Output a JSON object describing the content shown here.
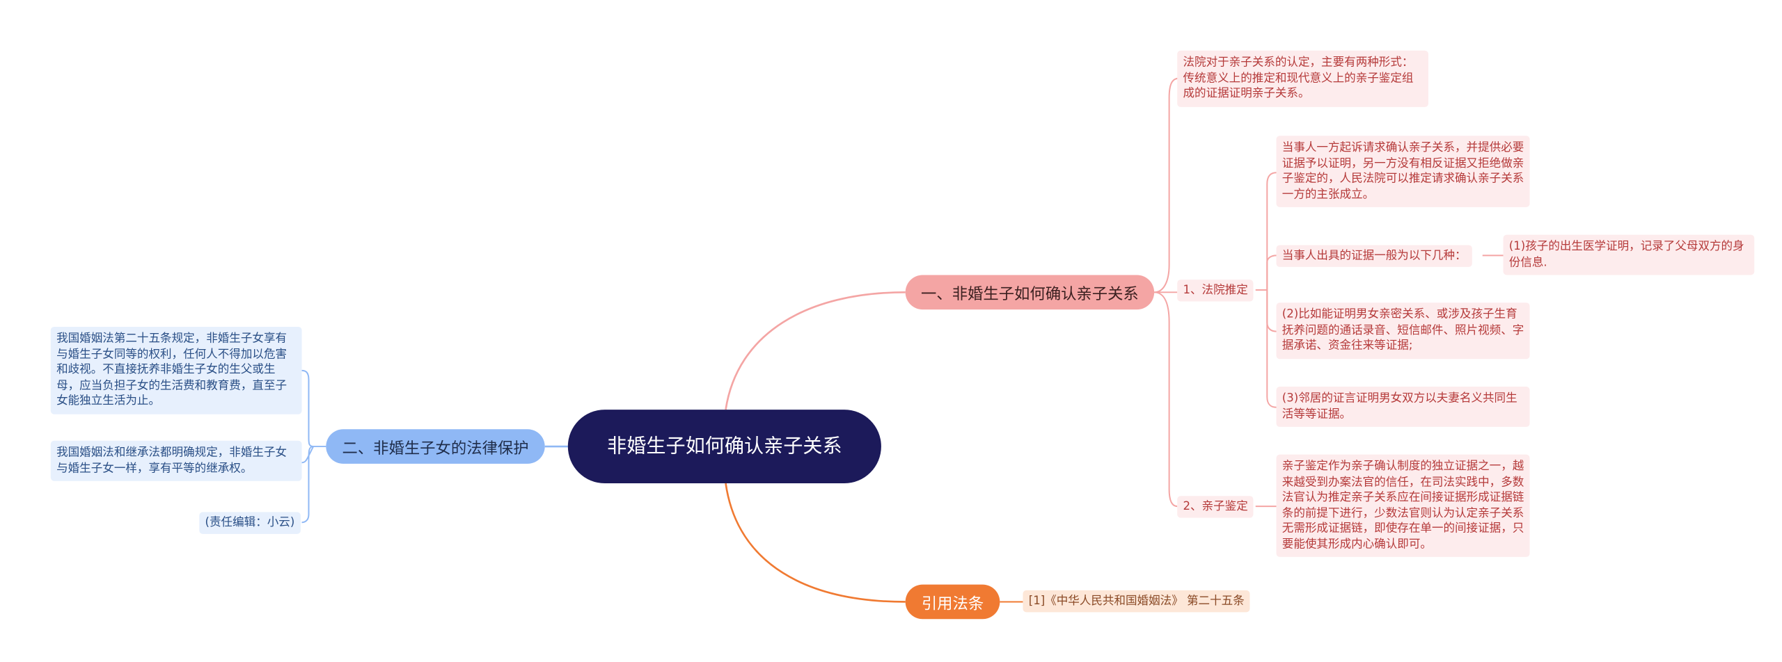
{
  "root": {
    "title": "非婚生子如何确认亲子关系"
  },
  "branch1": {
    "title": "一、非婚生子如何确认亲子关系",
    "intro": "法院对于亲子关系的认定，主要有两种形式：传统意义上的推定和现代意义上的亲子鉴定组成的证据证明亲子关系。",
    "court": {
      "label": "1、法院推定",
      "items": [
        "当事人一方起诉请求确认亲子关系，并提供必要证据予以证明，另一方没有相反证据又拒绝做亲子鉴定的，人民法院可以推定请求确认亲子关系一方的主张成立。",
        "当事人出具的证据一般为以下几种：",
        "(2)比如能证明男女亲密关系、或涉及孩子生育抚养问题的通话录音、短信邮件、照片视频、字据承诺、资金往来等证据;",
        "(3)邻居的证言证明男女双方以夫妻名义共同生活等等证据。"
      ],
      "sub_item": "(1)孩子的出生医学证明，记录了父母双方的身份信息."
    },
    "dna": {
      "label": "2、亲子鉴定",
      "text": "亲子鉴定作为亲子确认制度的独立证据之一，越来越受到办案法官的信任，在司法实践中，多数法官认为推定亲子关系应在间接证据形成证据链条的前提下进行，少数法官则认为认定亲子关系无需形成证据链，即使存在单一的间接证据，只要能使其形成内心确认即可。"
    }
  },
  "branch2": {
    "title": "二、非婚生子女的法律保护",
    "items": [
      "我国婚姻法第二十五条规定，非婚生子女享有与婚生子女同等的权利，任何人不得加以危害和歧视。不直接抚养非婚生子女的生父或生母，应当负担子女的生活费和教育费，直至子女能独立生活为止。",
      "我国婚姻法和继承法都明确规定，非婚生子女与婚生子女一样，享有平等的继承权。",
      "(责任编辑：小云)"
    ]
  },
  "branch3": {
    "title": "引用法条",
    "item": "[1]《中华人民共和国婚姻法》 第二十五条"
  },
  "colors": {
    "root": "#1c1a5a",
    "branch1": "#f4a5a4",
    "branch2": "#8fb8f5",
    "branch3": "#f07a32"
  }
}
